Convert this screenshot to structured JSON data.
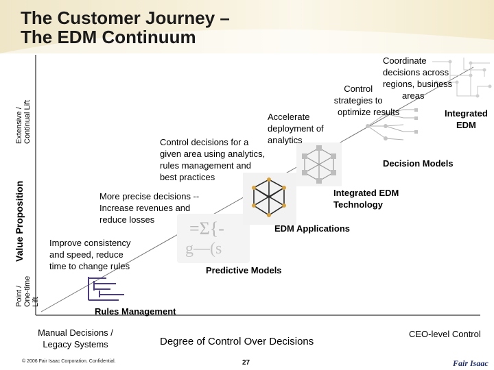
{
  "title_line1": "The Customer Journey –",
  "title_line2": "The EDM Continuum",
  "y_axis": {
    "main": "Value Proposition",
    "top_line1": "Extensive /",
    "top_line2": "Continual Lift",
    "bottom_line1": "Point /",
    "bottom_line2": "One-time",
    "bottom_line3": "Lift"
  },
  "x_axis": {
    "label": "Degree of Control Over Decisions",
    "left_line1": "Manual Decisions /",
    "left_line2": "Legacy Systems",
    "right": "CEO-level Control"
  },
  "stages": [
    {
      "name": "Rules Management",
      "desc": [
        "Improve consistency",
        "and speed, reduce",
        "time to change rules"
      ]
    },
    {
      "name": "Predictive Models",
      "desc": [
        "More precise decisions --",
        "Increase revenues and",
        "reduce losses"
      ]
    },
    {
      "name": "EDM Applications",
      "desc": [
        "Control decisions for a",
        "given area using analytics,",
        "rules management and",
        "best practices"
      ]
    },
    {
      "name": [
        "Integrated EDM",
        "Technology"
      ],
      "desc": [
        "Accelerate",
        "deployment of",
        "analytics"
      ]
    },
    {
      "name": "Decision Models",
      "desc": [
        "Control",
        "strategies to",
        "optimize results"
      ]
    },
    {
      "name": [
        "Integrated",
        "EDM"
      ],
      "desc": [
        "Coordinate",
        "decisions across",
        "regions, business",
        "areas"
      ]
    }
  ],
  "footer": {
    "copyright": "© 2006 Fair Isaac Corporation. Confidential.",
    "page": "27",
    "logo": "Fair Isaac"
  }
}
